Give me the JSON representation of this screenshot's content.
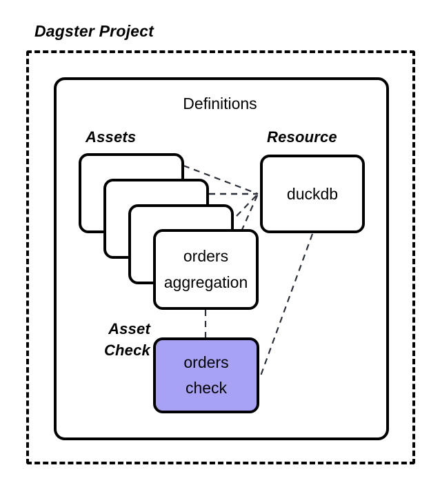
{
  "diagram": {
    "title": "Dagster Project",
    "container": {
      "name": "Definitions",
      "border_style": "solid-rounded"
    },
    "outer_border_style": "dashed-rounded",
    "groups": {
      "assets_label": "Assets",
      "resource_label": "Resource",
      "asset_check_label": "Asset Check"
    },
    "assets": {
      "stack_count": 4,
      "front_card_lines": [
        "orders",
        "aggregation"
      ],
      "back_cards": [
        "",
        "",
        ""
      ]
    },
    "resource": {
      "label": "duckdb"
    },
    "asset_check": {
      "lines": [
        "orders",
        "check"
      ],
      "fill": "#A8A2F5",
      "stroke": "#000000"
    },
    "edges": [
      {
        "from": "asset-card-1",
        "to": "duckdb",
        "style": "dashed"
      },
      {
        "from": "asset-card-2",
        "to": "duckdb",
        "style": "dashed"
      },
      {
        "from": "asset-card-3",
        "to": "duckdb",
        "style": "dashed"
      },
      {
        "from": "asset-card-4",
        "to": "duckdb",
        "style": "dashed"
      },
      {
        "from": "orders-aggregation",
        "to": "orders-check",
        "style": "dashed"
      },
      {
        "from": "duckdb",
        "to": "orders-check",
        "style": "dashed"
      }
    ],
    "colors": {
      "stroke": "#000000",
      "background": "#FFFFFF",
      "connector": "#2B2F3A",
      "check_fill": "#A8A2F5"
    }
  }
}
